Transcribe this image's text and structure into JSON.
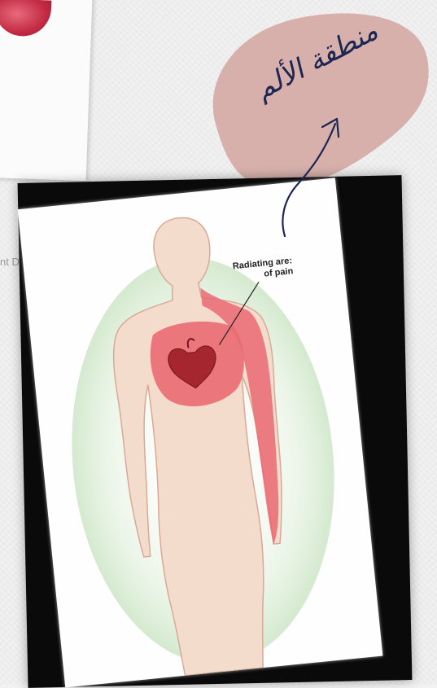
{
  "background": {
    "stray_text": "nt D",
    "colors": {
      "page": "#f1f1f1",
      "lip": "#c22a42"
    }
  },
  "annotation": {
    "arabic_text": "منطقة الألم",
    "blob_color": "#d7b0ab",
    "ink_color": "#1b2752"
  },
  "illustration": {
    "label_line1": "Radiating are:",
    "label_line2": "of pain",
    "colors": {
      "skin": "#f4dccd",
      "skin_outline": "#d9a995",
      "pain_area": "#ea6a73",
      "heart": "#a6262f",
      "glow": "#cfe7c9"
    }
  },
  "icons": {
    "heart": "heart-icon",
    "arrow": "arrow-icon"
  }
}
